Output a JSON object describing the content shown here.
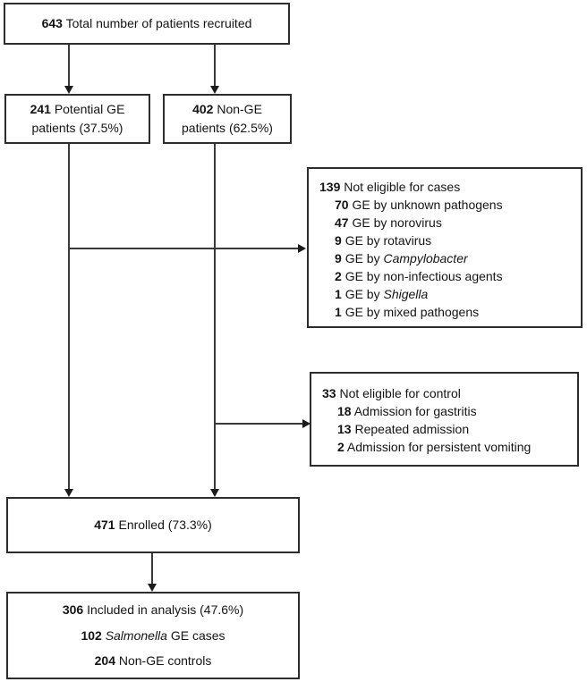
{
  "diagram": {
    "recruited": {
      "value": "643",
      "label": "Total number of patients recruited"
    },
    "potential_ge": {
      "value": "241",
      "line1_rest": "Potential GE",
      "line2": "patients (37.5%)"
    },
    "non_ge": {
      "value": "402",
      "line1_rest": "Non-GE",
      "line2": "patients (62.5%)"
    },
    "not_eligible_cases": {
      "value": "139",
      "label": "Not eligible for cases",
      "items": [
        {
          "value": "70",
          "label": "GE by unknown pathogens"
        },
        {
          "value": "47",
          "label": "GE by norovirus"
        },
        {
          "value": "9",
          "label": "GE by rotavirus"
        },
        {
          "value": "9",
          "label_pre": "GE by",
          "label_italic": "Campylobacter"
        },
        {
          "value": "2",
          "label": "GE by non-infectious agents"
        },
        {
          "value": "1",
          "label_pre": "GE by",
          "label_italic": "Shigella"
        },
        {
          "value": "1",
          "label": "GE by mixed pathogens"
        }
      ]
    },
    "not_eligible_control": {
      "value": "33",
      "label": "Not eligible for control",
      "items": [
        {
          "value": "18",
          "label": "Admission for gastritis"
        },
        {
          "value": "13",
          "label": "Repeated admission"
        },
        {
          "value": "2",
          "label": "Admission for persistent vomiting"
        }
      ]
    },
    "enrolled": {
      "value": "471",
      "label": "Enrolled (73.3%)"
    },
    "analysis": {
      "title": {
        "value": "306",
        "label": "Included in analysis (47.6%)"
      },
      "cases": {
        "value": "102",
        "label_italic": "Salmonella",
        "label_rest": "GE cases"
      },
      "controls": {
        "value": "204",
        "label": "Non-GE controls"
      }
    },
    "colors": {
      "border": "#2d2d2d",
      "line": "#3a3a3a",
      "text": "#141414",
      "background": "#ffffff"
    }
  }
}
